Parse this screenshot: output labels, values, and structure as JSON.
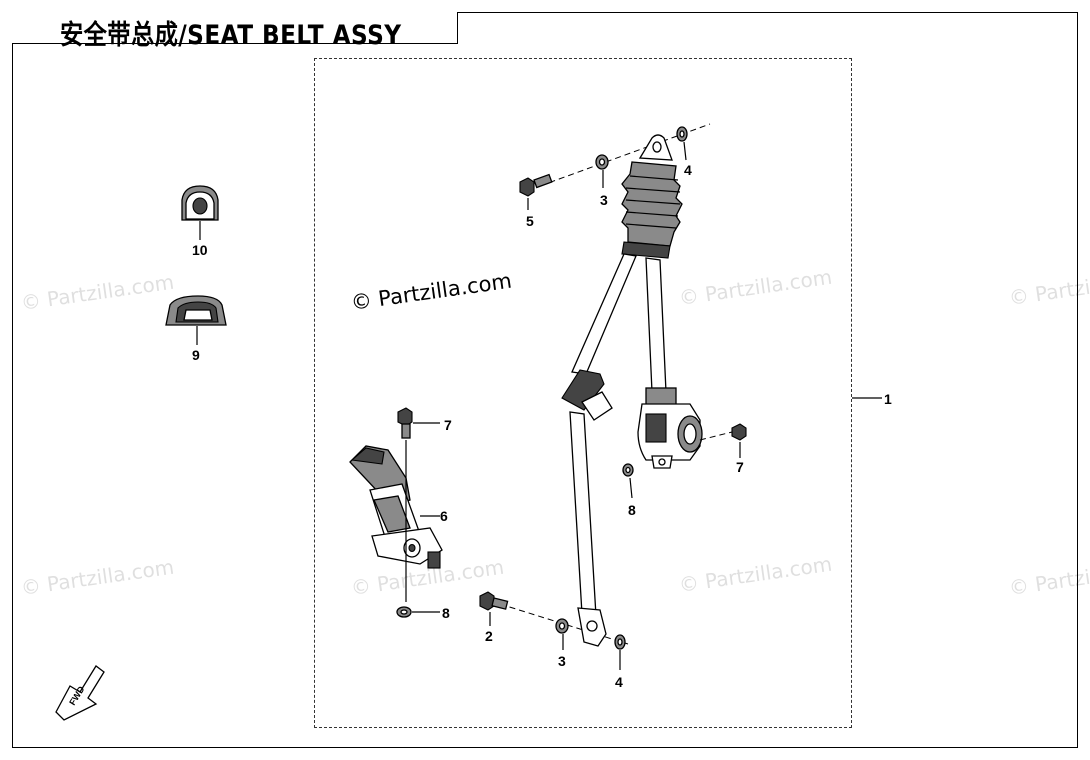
{
  "diagram": {
    "title": "安全带总成/SEAT BELT ASSY",
    "watermark": "© Partzilla.com",
    "fwd_label": "FWD",
    "callouts": {
      "c1": "1",
      "c2": "2",
      "c3a": "3",
      "c3b": "3",
      "c4a": "4",
      "c4b": "4",
      "c5": "5",
      "c6": "6",
      "c7a": "7",
      "c7b": "7",
      "c8a": "8",
      "c8b": "8",
      "c9": "9",
      "c10": "10"
    }
  }
}
